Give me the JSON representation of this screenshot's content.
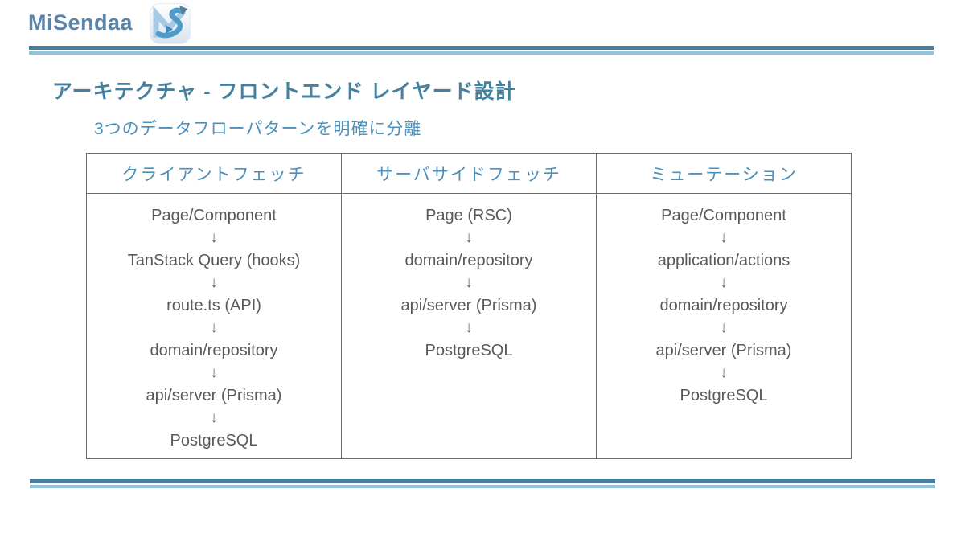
{
  "brand": {
    "name": "MiSendaa"
  },
  "page": {
    "title": "アーキテクチャ - フロントエンド レイヤード設計",
    "subtitle": "3つのデータフローパターンを明確に分離"
  },
  "table": {
    "arrow": "↓",
    "columns": [
      {
        "header": "クライアントフェッチ",
        "steps": [
          "Page/Component",
          "TanStack Query (hooks)",
          "route.ts (API)",
          "domain/repository",
          "api/server (Prisma)",
          "PostgreSQL"
        ]
      },
      {
        "header": "サーバサイドフェッチ",
        "steps": [
          "Page (RSC)",
          "domain/repository",
          "api/server (Prisma)",
          "PostgreSQL"
        ]
      },
      {
        "header": "ミューテーション",
        "steps": [
          "Page/Component",
          "application/actions",
          "domain/repository",
          "api/server (Prisma)",
          "PostgreSQL"
        ]
      }
    ]
  },
  "colors": {
    "brand_text": "#5b84aa",
    "title_text": "#45809e",
    "accent_blue": "#4a90ba",
    "separator_dark": "#477f9e",
    "separator_light": "#92c4da",
    "table_border": "#6b6b6b",
    "body_text": "#58595b"
  }
}
